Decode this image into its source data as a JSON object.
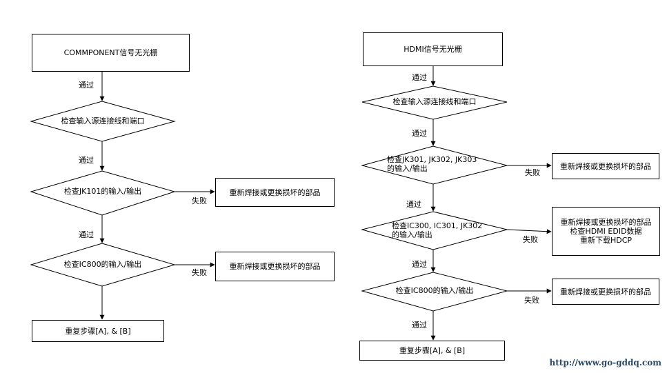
{
  "left": {
    "start": "COMMPONENT信号无光栅",
    "pass1": "通过",
    "check_source": "检查输入源连接线和端口",
    "pass2": "通过",
    "check_jk101": "检查JK101的输入/输出",
    "fail1": "失败",
    "fix1": "重新焊接或更换损坏的部品",
    "pass3": "通过",
    "check_ic800": "检查IC800的输入/输出",
    "fail2": "失败",
    "fix2": "重新焊接或更换损坏的部品",
    "repeat": "重复步骤[A], & [B]"
  },
  "right": {
    "start": "HDMI信号无光栅",
    "pass1": "通过",
    "check_source": "检查输入源连接线和端口",
    "pass2": "通过",
    "check_jk_line1": "检查JK301, JK302, JK303",
    "check_jk_line2": "的输入/输出",
    "fail1": "失败",
    "fix1": "重新焊接或更换损坏的部品",
    "pass3": "通过",
    "check_ic_line1": "检查IC300, IC301, JK302",
    "check_ic_line2": "的输入/输出",
    "fail2": "失败",
    "fix2_line1": "重新焊接或更换损坏的部品",
    "fix2_line2": "检查HDMI EDID数据",
    "fix2_line3": "重新下载HDCP",
    "pass4": "通过",
    "check_ic800": "检查IC800的输入/输出",
    "fail3": "失败",
    "fix3": "重新焊接或更换损坏的部品",
    "pass5": "通过",
    "repeat": "重复步骤[A], & [B]"
  },
  "watermark": "http://www.go-gddq.com"
}
